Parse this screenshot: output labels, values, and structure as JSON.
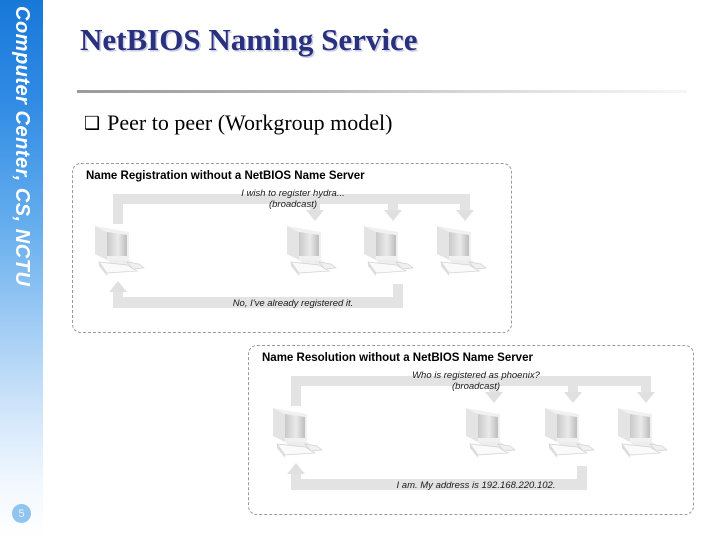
{
  "sidebar": {
    "vertical_label": "Computer Center, CS, NCTU",
    "page_number": "5",
    "gradient_top_color": "#1878d8",
    "gradient_bottom_color": "#ffffff",
    "badge_color": "#8fc4ef"
  },
  "slide": {
    "title": "NetBIOS Naming Service",
    "title_color": "#29307d",
    "bullet_marker": "❑",
    "bullet_text": "Peer to peer (Workgroup model)"
  },
  "figures": [
    {
      "id": "registration",
      "title": "Name Registration without a NetBIOS Name Server",
      "top_caption_line1": "I wish to register hydra...",
      "top_caption_line2": "(broadcast)",
      "bottom_caption": "No, I've already registered it.",
      "computer_count": 4,
      "arrow_color": "#e0e0e0"
    },
    {
      "id": "resolution",
      "title": "Name Resolution without a NetBIOS Name Server",
      "top_caption_line1": "Who is registered as phoenix?",
      "top_caption_line2": "(broadcast)",
      "bottom_caption": "I am. My address is 192.168.220.102.",
      "computer_count": 4,
      "arrow_color": "#e0e0e0"
    }
  ]
}
